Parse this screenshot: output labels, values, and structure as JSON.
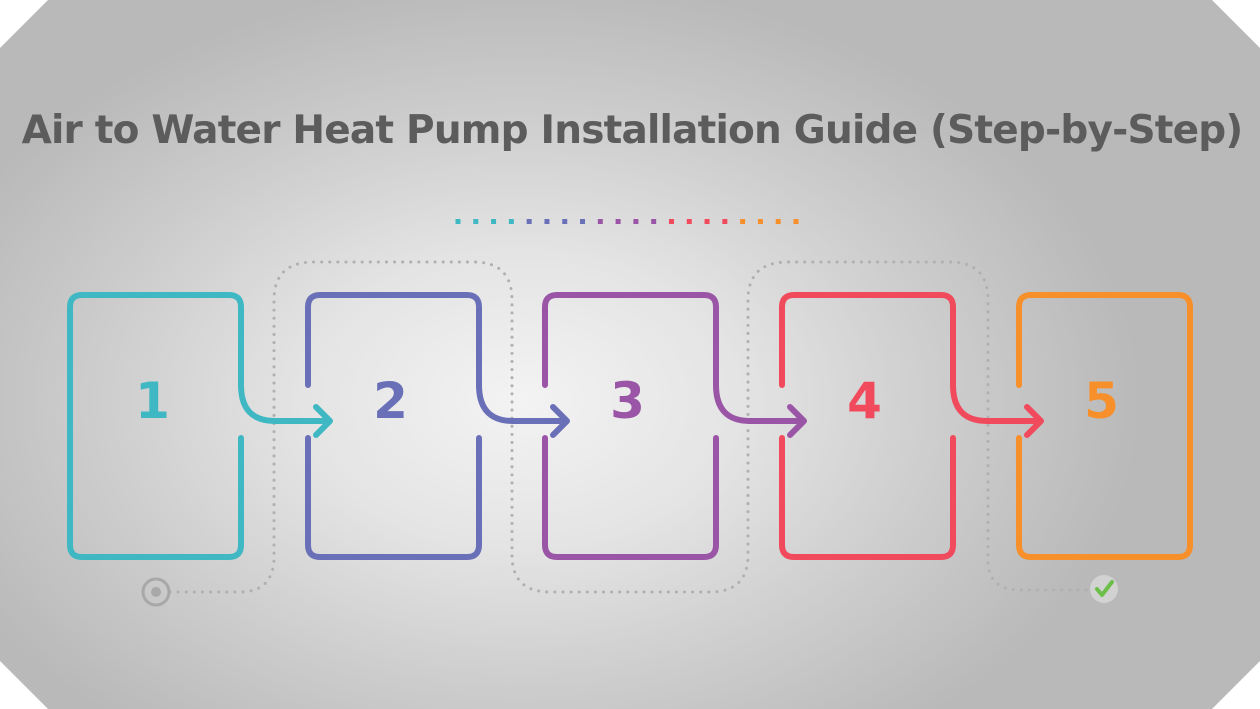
{
  "title": "Air to Water Heat Pump Installation Guide (Step-by-Step)",
  "steps": [
    {
      "number": "1",
      "color": "#3fb8c3"
    },
    {
      "number": "2",
      "color": "#6a70b8"
    },
    {
      "number": "3",
      "color": "#9a55a6"
    },
    {
      "number": "4",
      "color": "#f04a5c"
    },
    {
      "number": "5",
      "color": "#f7902b"
    }
  ],
  "colors": {
    "title": "#5c5c5c",
    "dotted_path": "#b0b0b0",
    "start_marker": "#a8a8a8",
    "end_check": "#6cc04a"
  },
  "icons": {
    "start": "target-icon",
    "end": "checkmark-icon"
  }
}
